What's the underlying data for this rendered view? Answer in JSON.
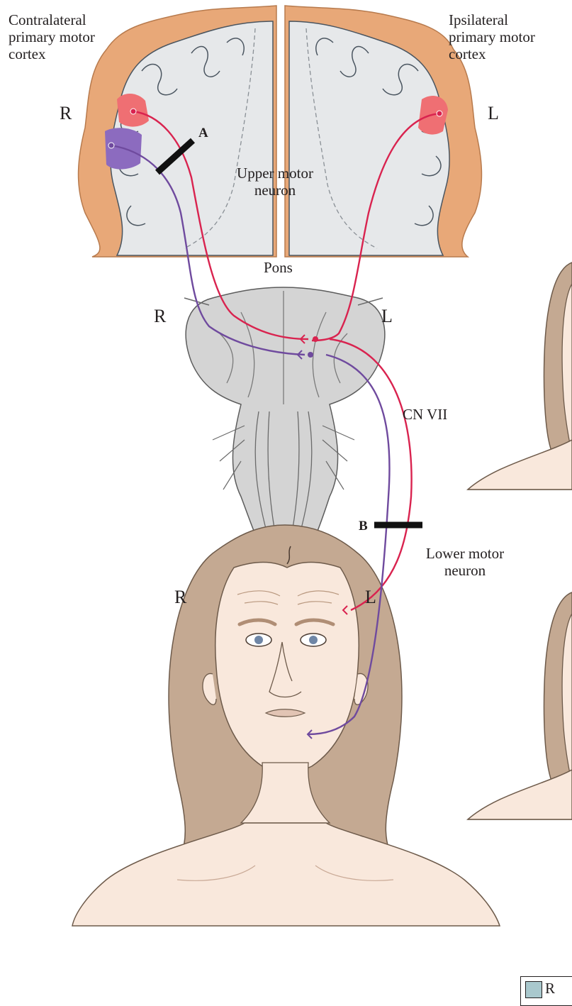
{
  "labels": {
    "contralateral": [
      "Contralateral",
      "primary motor",
      "cortex"
    ],
    "ipsilateral": [
      "Ipsilateral",
      "primary motor",
      "cortex"
    ],
    "r_top": "R",
    "l_top": "L",
    "lesion_a": "A",
    "upper_motor_neuron": [
      "Upper motor",
      "neuron"
    ],
    "pons": "Pons",
    "r_mid": "R",
    "l_mid": "L",
    "cn_vii": "CN VII",
    "lesion_b": "B",
    "lower_motor_neuron": [
      "Lower motor",
      "neuron"
    ],
    "r_face": "R",
    "l_face": "L"
  },
  "legend": {
    "text": "R"
  },
  "colors": {
    "red_pathway": "#d9234f",
    "purple_pathway": "#6f4a9e",
    "cortex_orange": "#e8a878",
    "gyri_fill": "#e6e8ea",
    "hair": "#c4a992",
    "skin": "#f9e8dc",
    "brainstem": "#d4d4d4",
    "legend_swatch": "#a9c8cd"
  }
}
